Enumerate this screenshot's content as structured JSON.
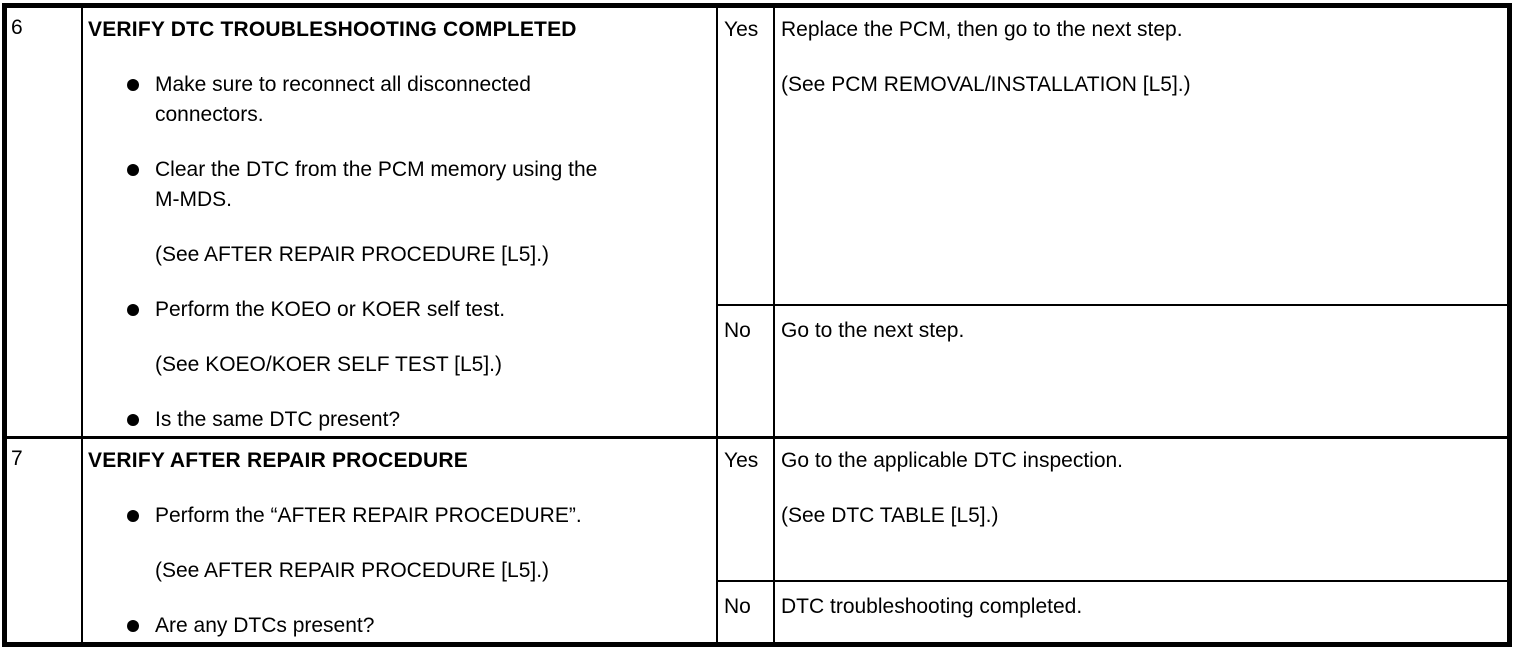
{
  "colors": {
    "text": "#000000",
    "background": "#ffffff",
    "border": "#000000"
  },
  "table": {
    "rows": [
      {
        "step": "6",
        "title": "VERIFY DTC TROUBLESHOOTING COMPLETED",
        "items": [
          {
            "bullet": true,
            "lines": [
              "Make sure to reconnect all disconnected",
              "connectors."
            ]
          },
          {
            "bullet": true,
            "lines": [
              "Clear the DTC from the PCM memory using the",
              "M-MDS."
            ]
          },
          {
            "bullet": false,
            "lines": [
              "(See AFTER REPAIR PROCEDURE [L5].)"
            ]
          },
          {
            "bullet": true,
            "lines": [
              "Perform the KOEO or KOER self test."
            ]
          },
          {
            "bullet": false,
            "lines": [
              "(See KOEO/KOER SELF TEST [L5].)"
            ]
          },
          {
            "bullet": true,
            "lines": [
              "Is the same DTC present?"
            ]
          }
        ],
        "outcomes": [
          {
            "answer": "Yes",
            "action": "Replace the PCM, then go to the next step.",
            "reference": "(See PCM REMOVAL/INSTALLATION [L5].)"
          },
          {
            "answer": "No",
            "action": "Go to the next step.",
            "reference": ""
          }
        ]
      },
      {
        "step": "7",
        "title": "VERIFY AFTER REPAIR PROCEDURE",
        "items": [
          {
            "bullet": true,
            "lines": [
              "Perform the “AFTER REPAIR PROCEDURE”."
            ]
          },
          {
            "bullet": false,
            "lines": [
              "(See AFTER REPAIR PROCEDURE [L5].)"
            ]
          },
          {
            "bullet": true,
            "lines": [
              "Are any DTCs present?"
            ]
          }
        ],
        "outcomes": [
          {
            "answer": "Yes",
            "action": "Go to the applicable DTC inspection.",
            "reference": "(See DTC TABLE [L5].)"
          },
          {
            "answer": "No",
            "action": "DTC troubleshooting completed.",
            "reference": ""
          }
        ]
      }
    ]
  }
}
